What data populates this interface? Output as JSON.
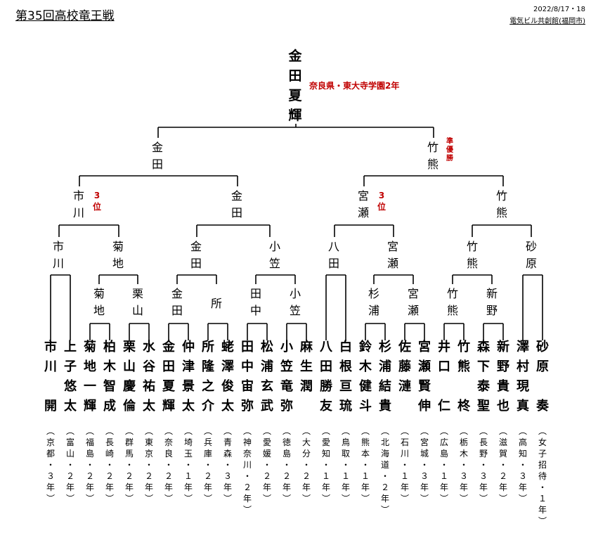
{
  "tournament": {
    "title": "第35回高校竜王戦",
    "date": "2022/8/17・18",
    "venue": "電気ビル共創館(福岡市)"
  },
  "champion": {
    "name": "金\n田\n夏\n輝",
    "affiliation": "奈良県・東大寺学園2年"
  },
  "labels": {
    "runner_up": "準\n優\n勝",
    "third_place": "3\n位"
  },
  "advancers": {
    "final": [
      "金\n田",
      "竹\n熊"
    ],
    "semifinal": [
      "市\n川",
      "金\n田",
      "宮\n瀬",
      "竹\n熊"
    ],
    "quarterfinal": [
      "市\n川",
      "菊\n地",
      "金\n田",
      "小\n笠",
      "八\n田",
      "宮\n瀬",
      "竹\n熊",
      "砂\n原"
    ],
    "first_round": [
      "菊\n地",
      "栗\n山",
      "金\n田",
      "所",
      "田\n中",
      "小\n笠",
      "杉\n浦",
      "宮\n瀬",
      "竹\n熊",
      "新\n野"
    ]
  },
  "players": [
    {
      "name": "市\n川\n\n開",
      "origin": "︵\n京\n都\n・\n３\n年\n︶"
    },
    {
      "name": "上\n子\n悠\n太",
      "origin": "︵\n富\n山\n・\n２\n年\n︶"
    },
    {
      "name": "菊\n地\n一\n輝",
      "origin": "︵\n福\n島\n・\n２\n年\n︶"
    },
    {
      "name": "柏\n木\n智\n成",
      "origin": "︵\n長\n崎\n・\n２\n年\n︶"
    },
    {
      "name": "栗\n山\n慶\n倫",
      "origin": "︵\n群\n馬\n・\n２\n年\n︶"
    },
    {
      "name": "水\n谷\n祐\n太",
      "origin": "︵\n東\n京\n・\n２\n年\n︶"
    },
    {
      "name": "金\n田\n夏\n輝",
      "origin": "︵\n奈\n良\n・\n２\n年\n︶"
    },
    {
      "name": "仲\n津\n景\n太",
      "origin": "︵\n埼\n玉\n・\n１\n年\n︶"
    },
    {
      "name": "所\n隆\n之\n介",
      "origin": "︵\n兵\n庫\n・\n２\n年\n︶"
    },
    {
      "name": "蛯\n澤\n俊\n太",
      "origin": "︵\n青\n森\n・\n３\n年\n︶"
    },
    {
      "name": "田\n中\n宙\n弥",
      "origin": "︵\n神\n奈\n川\n・\n２\n年\n︶"
    },
    {
      "name": "松\n浦\n玄\n武",
      "origin": "︵\n愛\n媛\n・\n２\n年\n︶"
    },
    {
      "name": "小\n笠\n竜\n弥",
      "origin": "︵\n徳\n島\n・\n２\n年\n︶"
    },
    {
      "name": "麻\n生\n潤",
      "origin": "︵\n大\n分\n・\n２\n年\n︶"
    },
    {
      "name": "八\n田\n勝\n友",
      "origin": "︵\n愛\n知\n・\n１\n年\n︶"
    },
    {
      "name": "白\n根\n亘\n琉",
      "origin": "︵\n鳥\n取\n・\n１\n年\n︶"
    },
    {
      "name": "鈴\n木\n健\n斗",
      "origin": "︵\n熊\n本\n・\n１\n年\n︶"
    },
    {
      "name": "杉\n浦\n結\n貴",
      "origin": "︵\n北\n海\n道\n・\n２\n年\n︶"
    },
    {
      "name": "佐\n藤\n漣",
      "origin": "︵\n石\n川\n・\n１\n年\n︶"
    },
    {
      "name": "宮\n瀬\n賢\n伸",
      "origin": "︵\n宮\n城\n・\n３\n年\n︶"
    },
    {
      "name": "井\n口\n\n仁",
      "origin": "︵\n広\n島\n・\n１\n年\n︶"
    },
    {
      "name": "竹\n熊\n\n柊",
      "origin": "︵\n栃\n木\n・\n３\n年\n︶"
    },
    {
      "name": "森\n下\n泰\n聖",
      "origin": "︵\n長\n野\n・\n３\n年\n︶"
    },
    {
      "name": "新\n野\n貴\n也",
      "origin": "︵\n滋\n賀\n・\n２\n年\n︶"
    },
    {
      "name": "澤\n村\n現\n真",
      "origin": "︵\n高\n知\n・\n３\n年\n︶"
    },
    {
      "name": "砂\n原\n\n奏",
      "origin": "︵\n女\n子\n招\n待\n・\n１\n年\n︶"
    }
  ],
  "colors": {
    "line": "#000000",
    "accent": "#c00000"
  }
}
